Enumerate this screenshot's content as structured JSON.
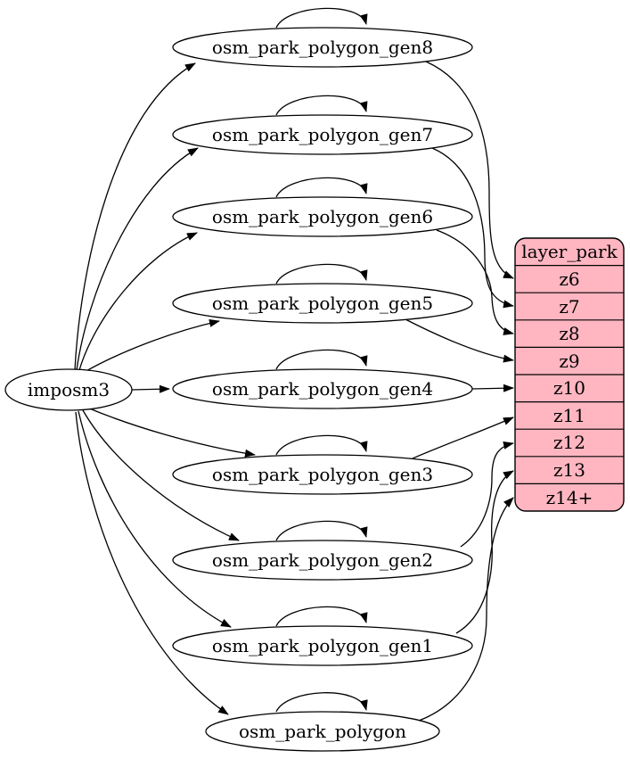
{
  "diagram": {
    "type": "dependency-graph",
    "background_color": "#ffffff",
    "node_fill": "#ffffff",
    "edge_color": "#000000",
    "source_node": {
      "label": "imposm3"
    },
    "generalized_tables": [
      {
        "label": "osm_park_polygon_gen8"
      },
      {
        "label": "osm_park_polygon_gen7"
      },
      {
        "label": "osm_park_polygon_gen6"
      },
      {
        "label": "osm_park_polygon_gen5"
      },
      {
        "label": "osm_park_polygon_gen4"
      },
      {
        "label": "osm_park_polygon_gen3"
      },
      {
        "label": "osm_park_polygon_gen2"
      },
      {
        "label": "osm_park_polygon_gen1"
      },
      {
        "label": "osm_park_polygon"
      }
    ],
    "layer_table": {
      "title": "layer_park",
      "fill": "#ffb6c1",
      "rows": [
        "z6",
        "z7",
        "z8",
        "z9",
        "z10",
        "z11",
        "z12",
        "z13",
        "z14+"
      ]
    },
    "edges": [
      {
        "from": "imposm3",
        "to": "osm_park_polygon_gen8"
      },
      {
        "from": "imposm3",
        "to": "osm_park_polygon_gen7"
      },
      {
        "from": "imposm3",
        "to": "osm_park_polygon_gen6"
      },
      {
        "from": "imposm3",
        "to": "osm_park_polygon_gen5"
      },
      {
        "from": "imposm3",
        "to": "osm_park_polygon_gen4"
      },
      {
        "from": "imposm3",
        "to": "osm_park_polygon_gen3"
      },
      {
        "from": "imposm3",
        "to": "osm_park_polygon_gen2"
      },
      {
        "from": "imposm3",
        "to": "osm_park_polygon_gen1"
      },
      {
        "from": "imposm3",
        "to": "osm_park_polygon"
      },
      {
        "from": "osm_park_polygon_gen8",
        "to": "osm_park_polygon_gen8",
        "type": "self_loop"
      },
      {
        "from": "osm_park_polygon_gen7",
        "to": "osm_park_polygon_gen7",
        "type": "self_loop"
      },
      {
        "from": "osm_park_polygon_gen6",
        "to": "osm_park_polygon_gen6",
        "type": "self_loop"
      },
      {
        "from": "osm_park_polygon_gen5",
        "to": "osm_park_polygon_gen5",
        "type": "self_loop"
      },
      {
        "from": "osm_park_polygon_gen4",
        "to": "osm_park_polygon_gen4",
        "type": "self_loop"
      },
      {
        "from": "osm_park_polygon_gen3",
        "to": "osm_park_polygon_gen3",
        "type": "self_loop"
      },
      {
        "from": "osm_park_polygon_gen2",
        "to": "osm_park_polygon_gen2",
        "type": "self_loop"
      },
      {
        "from": "osm_park_polygon_gen1",
        "to": "osm_park_polygon_gen1",
        "type": "self_loop"
      },
      {
        "from": "osm_park_polygon",
        "to": "osm_park_polygon",
        "type": "self_loop"
      },
      {
        "from": "osm_park_polygon_gen8",
        "to": "layer_park.z6"
      },
      {
        "from": "osm_park_polygon_gen7",
        "to": "layer_park.z7"
      },
      {
        "from": "osm_park_polygon_gen6",
        "to": "layer_park.z8"
      },
      {
        "from": "osm_park_polygon_gen5",
        "to": "layer_park.z9"
      },
      {
        "from": "osm_park_polygon_gen4",
        "to": "layer_park.z10"
      },
      {
        "from": "osm_park_polygon_gen3",
        "to": "layer_park.z11"
      },
      {
        "from": "osm_park_polygon_gen2",
        "to": "layer_park.z12"
      },
      {
        "from": "osm_park_polygon_gen1",
        "to": "layer_park.z13"
      },
      {
        "from": "osm_park_polygon",
        "to": "layer_park.z14+"
      }
    ]
  }
}
